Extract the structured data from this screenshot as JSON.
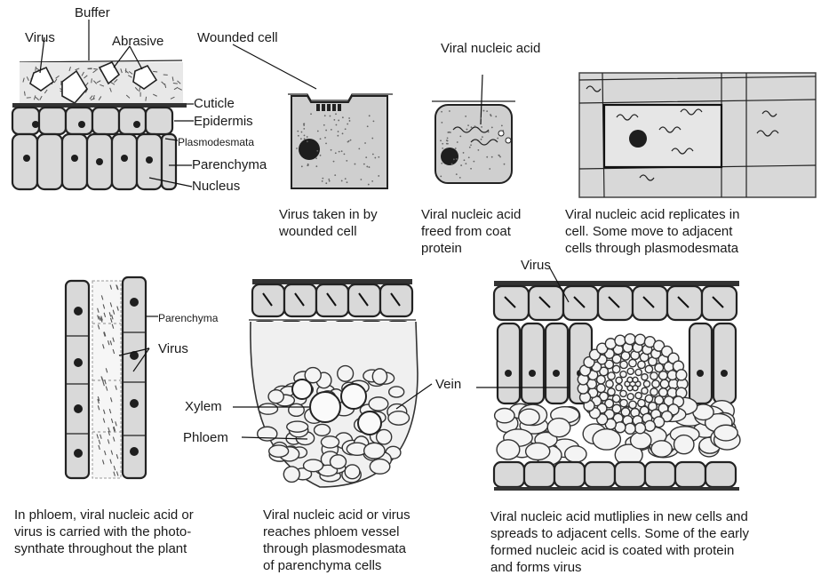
{
  "labels": {
    "buffer": "Buffer",
    "virus_top": "Virus",
    "abrasive": "Abrasive",
    "wounded_cell": "Wounded cell",
    "viral_nucleic_acid": "Viral nucleic acid",
    "cuticle": "Cuticle",
    "epidermis": "Epidermis",
    "plasmodesmata": "Plasmodesmata",
    "parenchyma": "Parenchyma",
    "nucleus": "Nucleus",
    "virus_right": "Virus",
    "parenchyma_small": "Parenchyma",
    "virus_left": "Virus",
    "vein": "Vein",
    "xylem": "Xylem",
    "phloem": "Phloem"
  },
  "captions": {
    "step1": "Virus taken in by\nwounded cell",
    "step2": "Viral nucleic acid\nfreed from coat\nprotein",
    "step3": "Viral nucleic acid replicates in\ncell. Some move to adjacent\ncells through plasmodesmata",
    "step4": "In phloem, viral nucleic acid or\nvirus is carried with the photo-\nsynthate throughout the plant",
    "step5": "Viral nucleic acid or virus\nreaches phloem vessel\nthrough plasmodesmata\nof parenchyma cells",
    "step6": "Viral nucleic acid mutliplies in new cells and\nspreads to adjacent cells. Some of the early\nformed nucleic acid is coated with protein\nand forms virus"
  }
}
